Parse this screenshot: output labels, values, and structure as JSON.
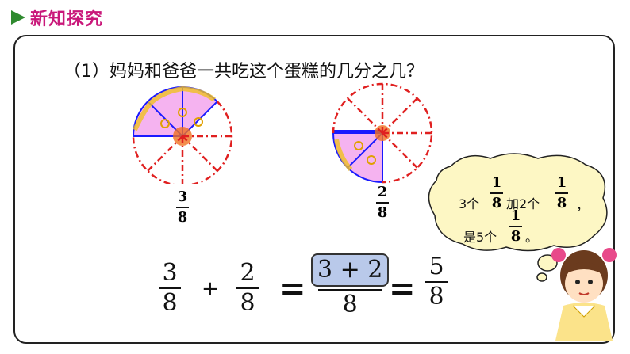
{
  "header": {
    "title": "新知探究"
  },
  "question": "（1）妈妈和爸爸一共吃这个蛋糕的几分之几？",
  "cake_left": {
    "num": "3",
    "den": "8"
  },
  "cake_right": {
    "num": "2",
    "den": "8"
  },
  "equation": {
    "f1": {
      "num": "3",
      "den": "8"
    },
    "plus": "+",
    "eq1": "=",
    "f2": {
      "num": "3 + 2",
      "den": "8"
    },
    "eq2": "=",
    "f3": {
      "num": "5",
      "den": "8"
    }
  },
  "bubble": {
    "t1": "3个",
    "f1": {
      "num": "1",
      "den": "8"
    },
    "t2": "加2个",
    "f2": {
      "num": "1",
      "den": "8"
    },
    "t3": "，",
    "t4": "是5个",
    "f3": {
      "num": "1",
      "den": "8"
    },
    "t5": "。"
  },
  "colors": {
    "title": "#c9187a",
    "arrow": "#2f8a2f",
    "slice": "#f5b3f0",
    "outline": "#1a1aff",
    "dash": "#e02020",
    "highlight": "#b9c9ea"
  }
}
